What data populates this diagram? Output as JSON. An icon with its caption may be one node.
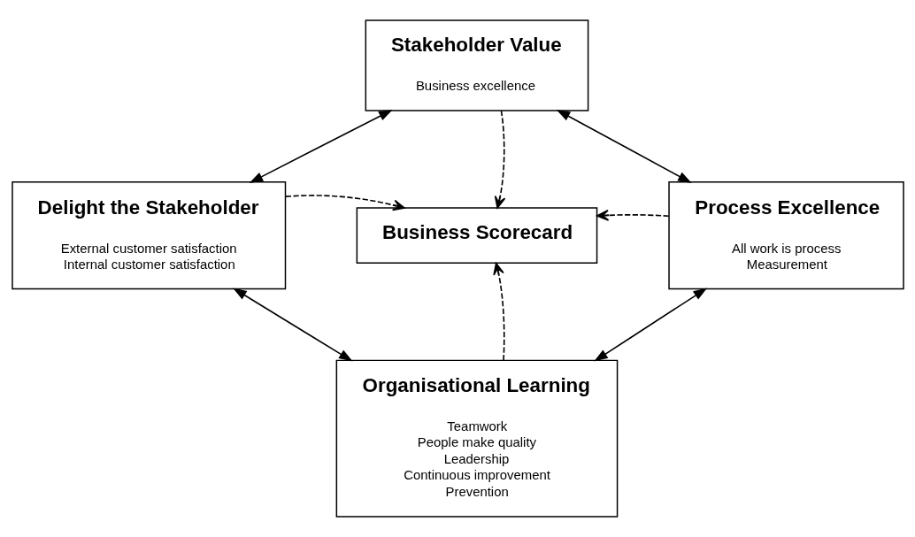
{
  "diagram": {
    "nodes": [
      {
        "text": [
          "Stakeholder Value",
          "Business excellence"
        ]
      },
      {
        "text": [
          "Delight the Stakeholder",
          "External customer satisfaction",
          "Internal customer satisfaction"
        ]
      },
      {
        "text": [
          "Business Scorecard"
        ]
      },
      {
        "text": [
          "Process Excellence",
          "All work is process",
          "Measurement"
        ]
      },
      {
        "text": [
          "Organisational Learning",
          "Teamwork",
          "People make quality",
          "Leadership",
          "Continuous improvement",
          "Prevention"
        ]
      }
    ],
    "edges": [
      {
        "from": 1,
        "to": 0,
        "arrow": "both"
      },
      {
        "from": 0,
        "to": 3,
        "arrow": "both"
      },
      {
        "from": 0,
        "to": 2,
        "arrow": "to",
        "style": "dashed"
      },
      {
        "from": 1,
        "to": 2,
        "arrow": "to",
        "style": "dashed"
      },
      {
        "from": 3,
        "to": 2,
        "arrow": "to",
        "style": "dashed"
      },
      {
        "from": 4,
        "to": 2,
        "arrow": "to",
        "style": "dashed"
      },
      {
        "from": 1,
        "to": 4,
        "arrow": "both"
      },
      {
        "from": 3,
        "to": 4,
        "arrow": "both"
      }
    ]
  }
}
